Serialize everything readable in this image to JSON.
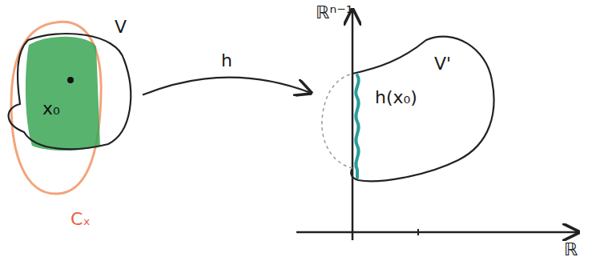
{
  "diagram": {
    "nodes": [
      {
        "text": [
          "V",
          "x₀"
        ]
      },
      {
        "text": [
          "V'",
          "h(x₀)"
        ]
      }
    ],
    "edges": [
      {
        "from": 0,
        "to": 1,
        "arrow": "to",
        "label": "h"
      }
    ],
    "labels": [
      "Cₓ",
      "ℝⁿ⁻¹",
      "ℝ"
    ]
  }
}
